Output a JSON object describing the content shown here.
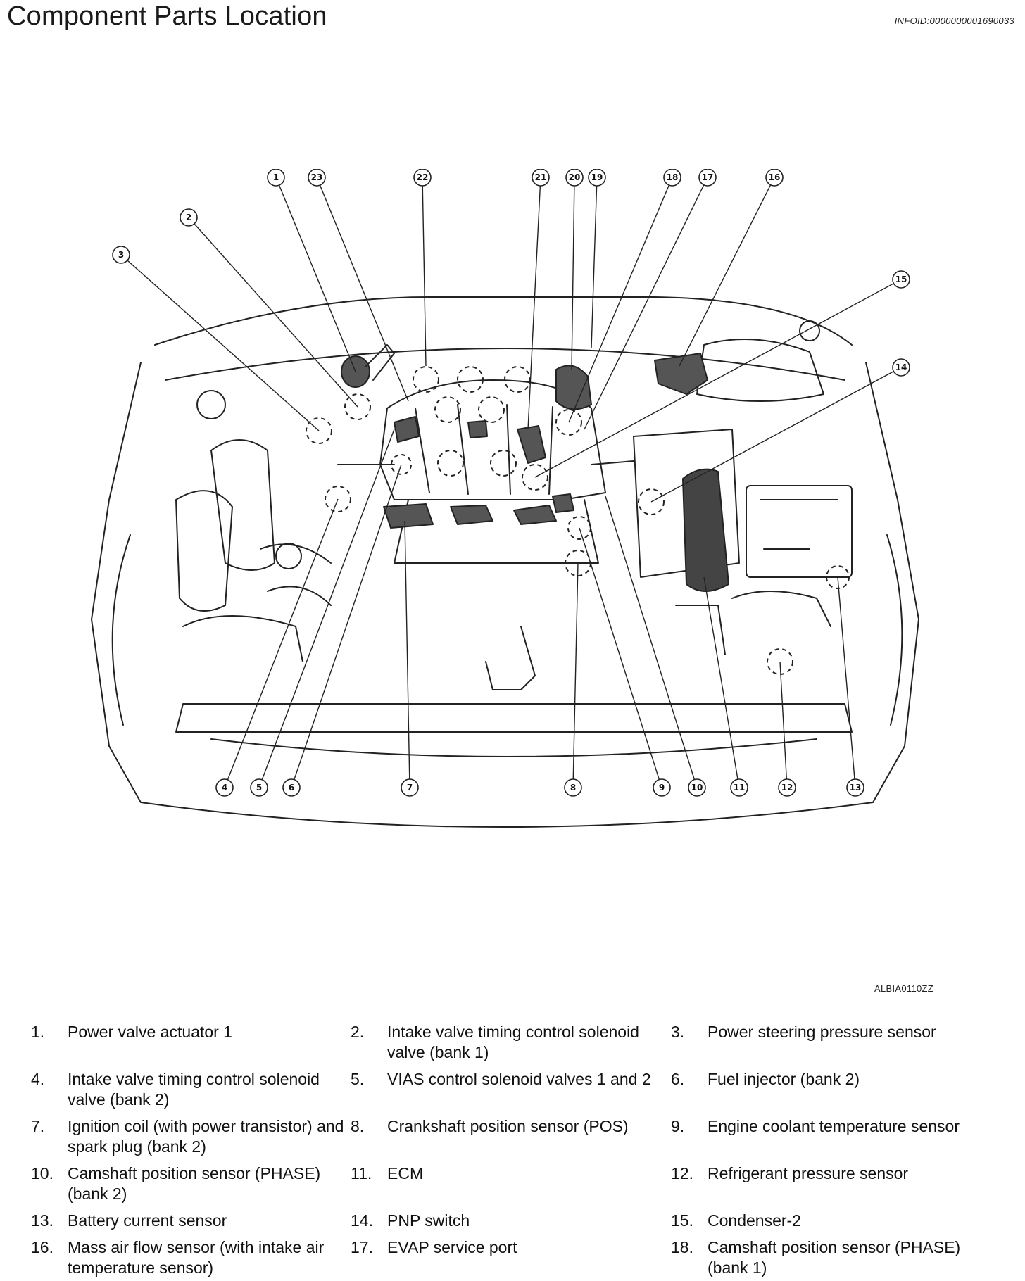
{
  "header": {
    "title": "Component Parts Location",
    "info_id": "INFOID:0000000001690033"
  },
  "figure": {
    "code": "ALBIA0110ZZ",
    "callouts": [
      "1",
      "2",
      "3",
      "4",
      "5",
      "6",
      "7",
      "8",
      "9",
      "10",
      "11",
      "12",
      "13",
      "14",
      "15",
      "16",
      "17",
      "18",
      "19",
      "20",
      "21",
      "22",
      "23"
    ]
  },
  "legend": [
    {
      "num": "1.",
      "text": "Power valve actuator 1"
    },
    {
      "num": "2.",
      "text": "Intake valve timing control solenoid valve (bank 1)"
    },
    {
      "num": "3.",
      "text": "Power steering pressure sensor"
    },
    {
      "num": "4.",
      "text": "Intake valve timing control solenoid valve (bank 2)"
    },
    {
      "num": "5.",
      "text": "VIAS control solenoid valves 1 and 2"
    },
    {
      "num": "6.",
      "text": "Fuel injector (bank 2)"
    },
    {
      "num": "7.",
      "text": "Ignition coil (with power transistor) and spark plug (bank 2)"
    },
    {
      "num": "8.",
      "text": "Crankshaft position sensor (POS)"
    },
    {
      "num": "9.",
      "text": "Engine coolant temperature sensor"
    },
    {
      "num": "10.",
      "text": "Camshaft position sensor (PHASE) (bank 2)"
    },
    {
      "num": "11.",
      "text": "ECM"
    },
    {
      "num": "12.",
      "text": "Refrigerant pressure sensor"
    },
    {
      "num": "13.",
      "text": "Battery current sensor"
    },
    {
      "num": "14.",
      "text": "PNP switch"
    },
    {
      "num": "15.",
      "text": "Condenser-2"
    },
    {
      "num": "16.",
      "text": "Mass air flow sensor (with intake air temperature sensor)"
    },
    {
      "num": "17.",
      "text": "EVAP service port"
    },
    {
      "num": "18.",
      "text": "Camshaft position sensor (PHASE) (bank 1)"
    }
  ]
}
